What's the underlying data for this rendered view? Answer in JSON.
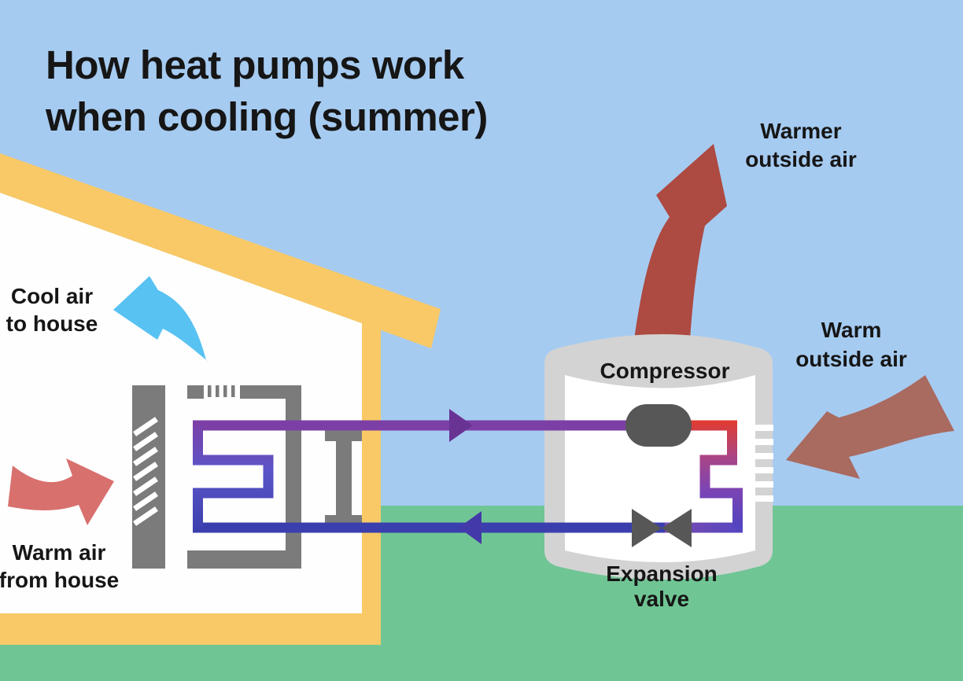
{
  "title": {
    "line1": "How heat pumps work",
    "line2": "when cooling (summer)"
  },
  "annotations": {
    "cool_air": {
      "line1": "Cool air",
      "line2": "to house"
    },
    "warm_air": {
      "line1": "Warm air",
      "line2": "from house"
    },
    "warmer_outside": {
      "line1": "Warmer",
      "line2": "outside air"
    },
    "warm_outside": {
      "line1": "Warm",
      "line2": "outside air"
    },
    "compressor": {
      "label": "Compressor"
    },
    "expansion_valve": {
      "line1": "Expansion",
      "line2": "valve"
    }
  },
  "colors": {
    "sky": "#a6cbf1",
    "ground": "#70c595",
    "house": "#f8c966",
    "interior": "#fefefe",
    "unitgray": "#7b7b7b",
    "outdoorbody": "#d3d3d3",
    "darkgray": "#575757",
    "coolblue": "#58c2f2",
    "salmon": "#d8706e",
    "brickred": "#ad4a41",
    "mutedred": "#a96a60",
    "purple": "#7c3fa6",
    "indigo": "#3b3fad",
    "red": "#e13b30",
    "arrowpurple": "#693394",
    "arrowindigo": "#4339a8",
    "midviolet": "#5b55c8",
    "mauve": "#a94587",
    "violetpurple": "#7c44b4",
    "violetblue": "#4b43c0",
    "rightseg1": "#7b4bae",
    "rightseg2": "#5546c2",
    "ink": "#161616"
  }
}
